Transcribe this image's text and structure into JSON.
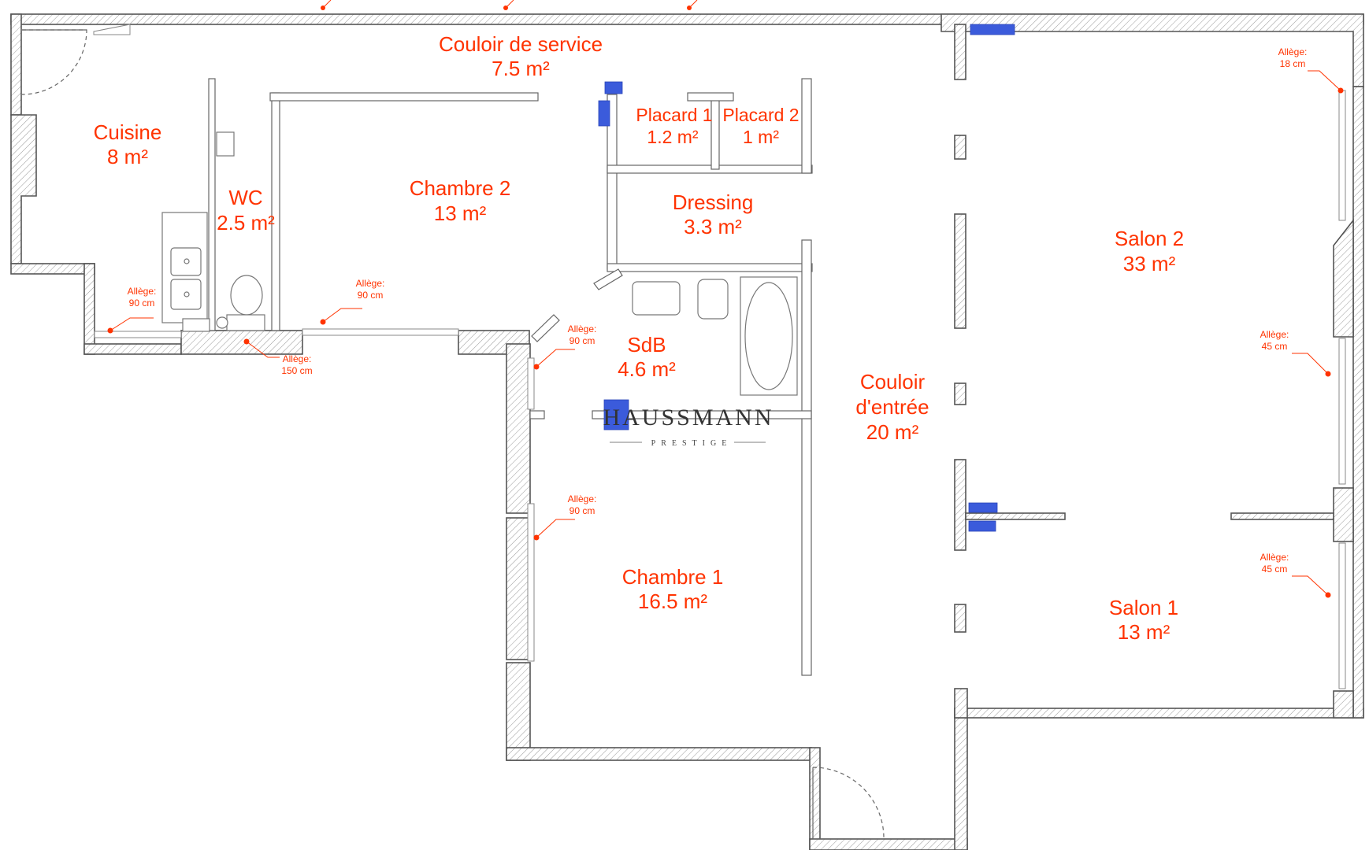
{
  "rooms": {
    "couloir_service": {
      "name": "Couloir de service",
      "area": "7.5 m²"
    },
    "cuisine": {
      "name": "Cuisine",
      "area": "8 m²"
    },
    "wc": {
      "name": "WC",
      "area": "2.5 m²"
    },
    "chambre2": {
      "name": "Chambre 2",
      "area": "13 m²"
    },
    "placard1": {
      "name": "Placard 1",
      "area": "1.2 m²"
    },
    "placard2": {
      "name": "Placard 2",
      "area": "1 m²"
    },
    "dressing": {
      "name": "Dressing",
      "area": "3.3 m²"
    },
    "sdb": {
      "name": "SdB",
      "area": "4.6 m²"
    },
    "couloir_entree": {
      "name_line1": "Couloir",
      "name_line2": "d'entrée",
      "area": "20 m²"
    },
    "chambre1": {
      "name": "Chambre 1",
      "area": "16.5 m²"
    },
    "salon2": {
      "name": "Salon 2",
      "area": "33 m²"
    },
    "salon1": {
      "name": "Salon 1",
      "area": "13 m²"
    }
  },
  "annotations": {
    "label": "Allège:",
    "cuisine_window": "90 cm",
    "wc_window": "150 cm",
    "chambre2_window": "90 cm",
    "sdb_window": "90 cm",
    "chambre1_window": "90 cm",
    "salon2_top_window": "18 cm",
    "salon2_mid_window": "45 cm",
    "salon1_window": "45 cm"
  },
  "watermark": {
    "brand": "HAUSSMANN",
    "tagline": "PRESTIGE"
  },
  "colors": {
    "label_red": "#ff3300",
    "radiator_blue": "#3b5bdb",
    "wall_line": "#555555"
  }
}
